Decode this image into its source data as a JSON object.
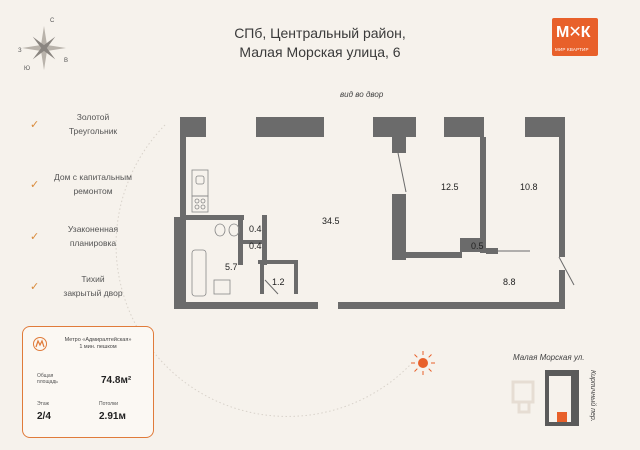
{
  "compass": {
    "n": "С",
    "w": "З",
    "s": "Ю",
    "e": "В"
  },
  "header": {
    "line1": "СПб, Центральный район,",
    "line2": "Малая Морская улица, 6"
  },
  "logo": {
    "mark": "М✕К",
    "caption": "МИР КВАРТИР",
    "color": "#e8602a"
  },
  "features": [
    {
      "line1": "Золотой",
      "line2": "Треугольник"
    },
    {
      "line1": "Дом с капитальным",
      "line2": "ремонтом"
    },
    {
      "line1": "Узаконенная",
      "line2": "планировка"
    },
    {
      "line1": "Тихий",
      "line2": "закрытый двор"
    }
  ],
  "plan": {
    "view_label": "вид во двор",
    "rooms": [
      "34.5",
      "12.5",
      "10.8",
      "5.7",
      "0.4",
      "0.4",
      "1.2",
      "0.5",
      "8.8"
    ],
    "wall_color": "#6b6b6b"
  },
  "info": {
    "metro_name": "Метро «Адмиралтейская»",
    "metro_walk": "1 мин. пешком",
    "area_label_1": "Общая",
    "area_label_2": "площадь",
    "area_value": "74.8м²",
    "floor_label": "Этаж",
    "floor_value": "2/4",
    "ceiling_label": "Потолки",
    "ceiling_value": "2.91м"
  },
  "location": {
    "street": "Малая Морская ул.",
    "lane": "Кирпичный пер."
  },
  "accent": "#e07b3a"
}
